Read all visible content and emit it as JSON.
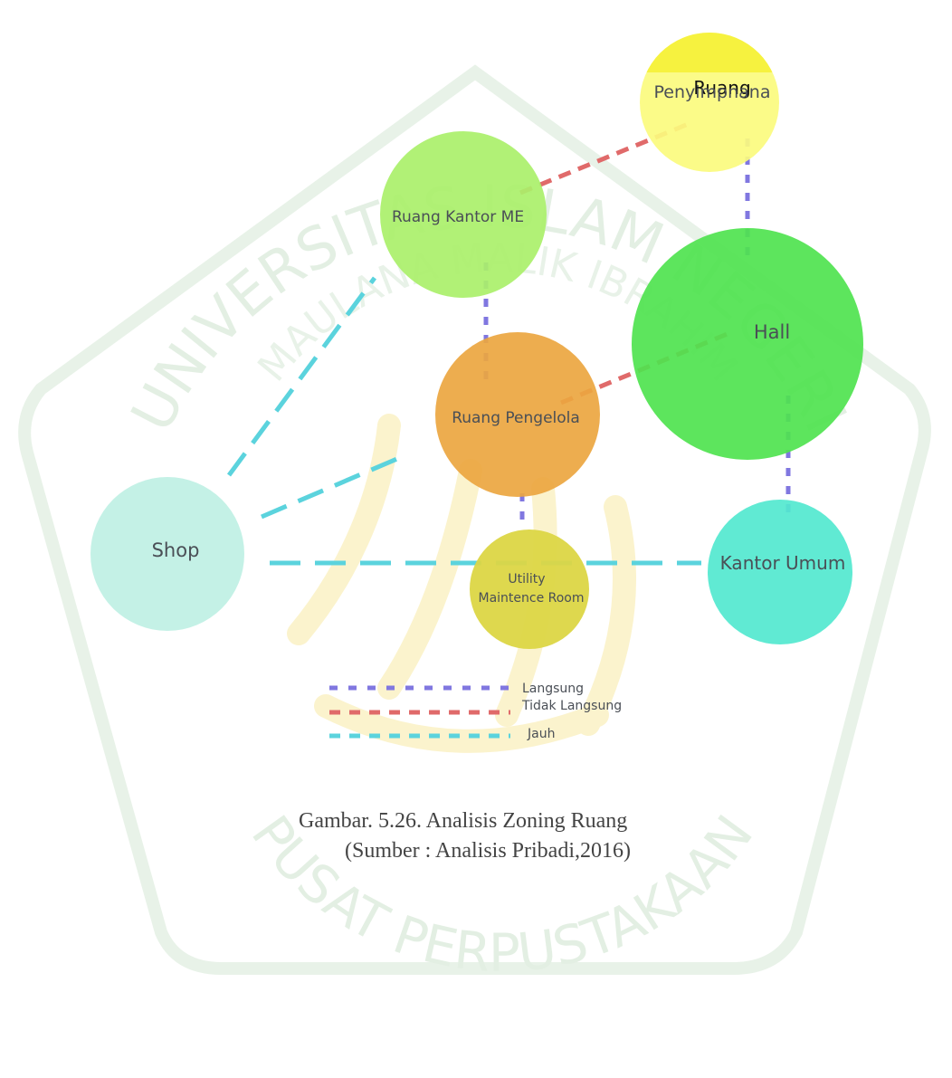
{
  "nodes": [
    {
      "id": "ruang-penyimpanan",
      "label_line1": "Ruang",
      "label_line2": "Penyimpnana",
      "color": "#fbfb7e",
      "cap_color": "#f6f23f"
    },
    {
      "id": "ruang-kantor-me",
      "label": "Ruang Kantor ME",
      "color": "#aaf06a"
    },
    {
      "id": "hall",
      "label": "Hall",
      "color": "#4fe34f"
    },
    {
      "id": "ruang-pengelola",
      "label": "Ruang Pengelola",
      "color": "#eba640"
    },
    {
      "id": "shop",
      "label": "Shop",
      "color": "#bff0e4"
    },
    {
      "id": "utility",
      "label_line1": "Utility",
      "label_line2": "Maintence Room",
      "color": "#dcd645"
    },
    {
      "id": "kantor-umum",
      "label": "Kantor Umum",
      "color": "#53e8cf"
    }
  ],
  "legend": [
    {
      "label": "Langsung",
      "color": "#8077e0"
    },
    {
      "label": "Tidak Langsung",
      "color": "#e06a6a"
    },
    {
      "label": "Jauh",
      "color": "#5bd3dd"
    }
  ],
  "caption": {
    "line1": "Gambar. 5.26. Analisis Zoning Ruang",
    "line2": "(Sumber : Analisis Pribadi,2016)"
  },
  "watermark": {
    "arc_top": "UNIVERSITAS ISLAM NEGERI",
    "arc_inner": "MAULANA MALIK IBRAHIM",
    "arc_bottom": "PUSAT PERPUSTAKAAN"
  },
  "colors": {
    "langsung": "#8077e0",
    "tidak_langsung": "#e06a6a",
    "jauh": "#5bd3dd",
    "watermark": "#dff0df"
  }
}
